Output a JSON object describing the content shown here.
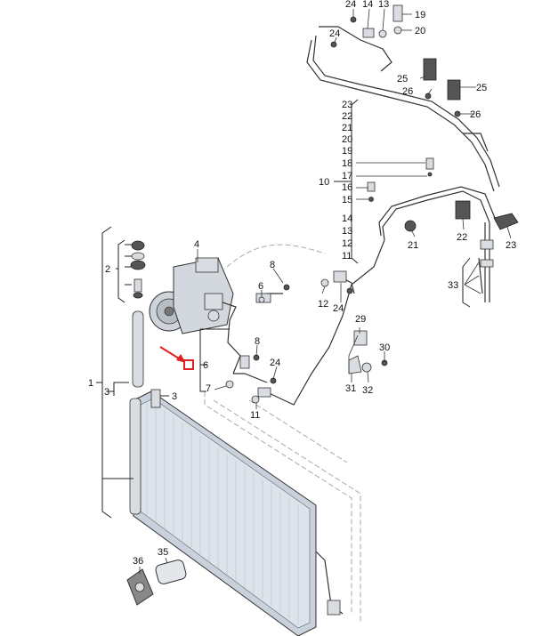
{
  "diagram": {
    "labels": [
      {
        "id": "l1",
        "text": "1"
      },
      {
        "id": "l2",
        "text": "2"
      },
      {
        "id": "l3a",
        "text": "3"
      },
      {
        "id": "l3b",
        "text": "3"
      },
      {
        "id": "l4",
        "text": "4"
      },
      {
        "id": "l6a",
        "text": "6"
      },
      {
        "id": "l6b",
        "text": "6"
      },
      {
        "id": "l7",
        "text": "7"
      },
      {
        "id": "l8a",
        "text": "8"
      },
      {
        "id": "l8b",
        "text": "8"
      },
      {
        "id": "l10",
        "text": "10"
      },
      {
        "id": "l11a",
        "text": "11"
      },
      {
        "id": "l11b",
        "text": "11"
      },
      {
        "id": "l12a",
        "text": "12"
      },
      {
        "id": "l12b",
        "text": "12"
      },
      {
        "id": "l13a",
        "text": "13"
      },
      {
        "id": "l13b",
        "text": "13"
      },
      {
        "id": "l14a",
        "text": "14"
      },
      {
        "id": "l14b",
        "text": "14"
      },
      {
        "id": "l15",
        "text": "15"
      },
      {
        "id": "l16",
        "text": "16"
      },
      {
        "id": "l17",
        "text": "17"
      },
      {
        "id": "l18",
        "text": "18"
      },
      {
        "id": "l19a",
        "text": "19"
      },
      {
        "id": "l19b",
        "text": "19"
      },
      {
        "id": "l20a",
        "text": "20"
      },
      {
        "id": "l20b",
        "text": "20"
      },
      {
        "id": "l21a",
        "text": "21"
      },
      {
        "id": "l21b",
        "text": "21"
      },
      {
        "id": "l22a",
        "text": "22"
      },
      {
        "id": "l22b",
        "text": "22"
      },
      {
        "id": "l23a",
        "text": "23"
      },
      {
        "id": "l23b",
        "text": "23"
      },
      {
        "id": "l24a",
        "text": "24"
      },
      {
        "id": "l24b",
        "text": "24"
      },
      {
        "id": "l24c",
        "text": "24"
      },
      {
        "id": "l24d",
        "text": "24"
      },
      {
        "id": "l25a",
        "text": "25"
      },
      {
        "id": "l25b",
        "text": "25"
      },
      {
        "id": "l26a",
        "text": "26"
      },
      {
        "id": "l26b",
        "text": "26"
      },
      {
        "id": "l29",
        "text": "29"
      },
      {
        "id": "l30",
        "text": "30"
      },
      {
        "id": "l31",
        "text": "31"
      },
      {
        "id": "l32",
        "text": "32"
      },
      {
        "id": "l33",
        "text": "33"
      },
      {
        "id": "l35",
        "text": "35"
      },
      {
        "id": "l36",
        "text": "36"
      }
    ],
    "colors": {
      "highlight": "#e02020",
      "line": "#222222",
      "condenser": "#c9d2dc"
    }
  }
}
